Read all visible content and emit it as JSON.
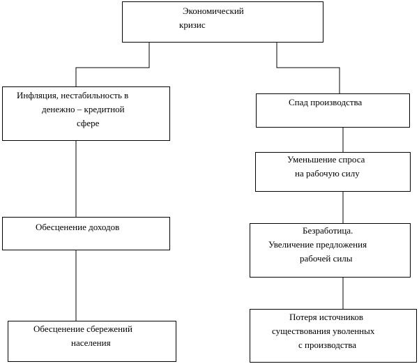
{
  "diagram": {
    "root": {
      "lines": [
        "Экономический",
        "кризис"
      ]
    },
    "left_branch": [
      {
        "lines": [
          "Инфляция, нестабильность  в",
          "денежно – кредитной",
          "сфере"
        ]
      },
      {
        "lines": [
          "Обесценение доходов"
        ]
      },
      {
        "lines": [
          "Обесценение сбережений",
          "населения"
        ]
      }
    ],
    "right_branch": [
      {
        "lines": [
          "Спад производства"
        ]
      },
      {
        "lines": [
          "Уменьшение спроса",
          "на рабочую силу"
        ]
      },
      {
        "lines": [
          "Безработица.",
          "Увеличение предложения",
          "рабочей силы"
        ]
      },
      {
        "lines": [
          "Потеря источников",
          "существования уволенных",
          "с производства"
        ]
      }
    ],
    "edges": [
      [
        "root",
        "left_branch.0"
      ],
      [
        "root",
        "right_branch.0"
      ],
      [
        "left_branch.0",
        "left_branch.1"
      ],
      [
        "left_branch.1",
        "left_branch.2"
      ],
      [
        "right_branch.0",
        "right_branch.1"
      ],
      [
        "right_branch.1",
        "right_branch.2"
      ],
      [
        "right_branch.2",
        "right_branch.3"
      ]
    ],
    "colors": {
      "stroke": "#000000",
      "background": "#ffffff"
    }
  }
}
